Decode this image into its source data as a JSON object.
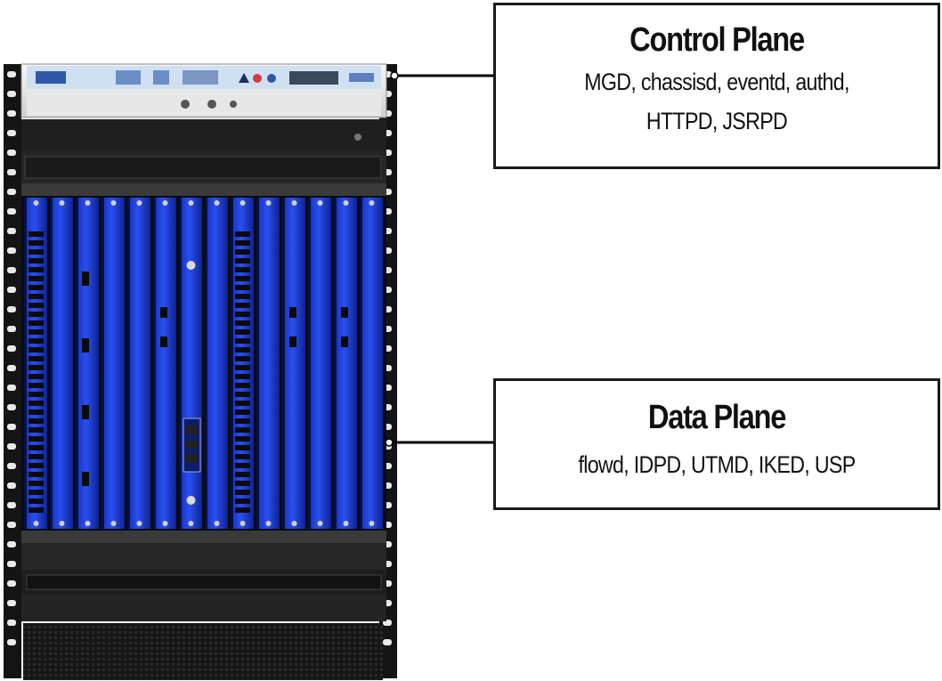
{
  "control_plane": {
    "title": "Control Plane",
    "processes": [
      "MGD, chassisd, eventd, authd,",
      "HTTPD, JSRPD"
    ]
  },
  "data_plane": {
    "title": "Data Plane",
    "processes": [
      "flowd, IDPD, UTMD, IKED, USP"
    ]
  },
  "colors": {
    "blade_blue": "#1f3fd6",
    "chassis_dark": "#1c1c1c",
    "craft_panel": "#ececec",
    "leader_line": "#000000"
  },
  "icons": [
    "chassis-photo",
    "leader-line"
  ]
}
